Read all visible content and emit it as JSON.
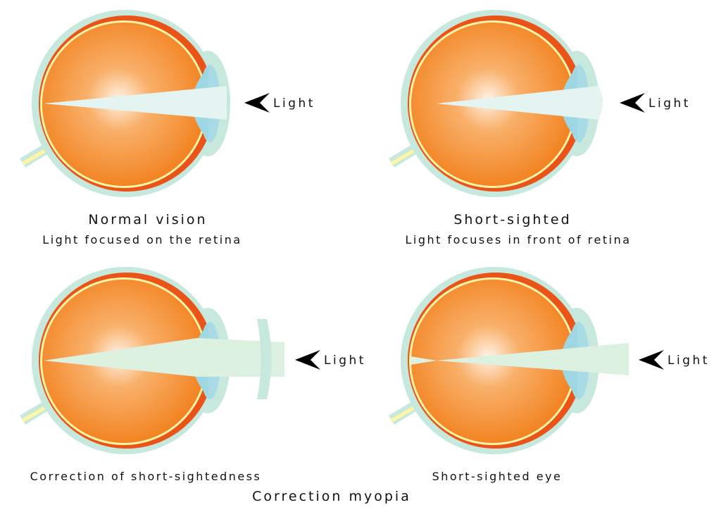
{
  "panels": [
    {
      "title": "Normal vision",
      "subtitle": "Light focused on the retina",
      "light_label": "Light"
    },
    {
      "title": "Short-sighted",
      "subtitle": "Light focuses  in front of retina",
      "light_label": "Light"
    },
    {
      "subtitle": "Correction of short-sightedness",
      "light_label": "Light"
    },
    {
      "subtitle": "Short-sighted eye",
      "light_label": "Light"
    }
  ],
  "caption": "Correction myopia",
  "colors": {
    "sclera": "#c6e8dd",
    "choroid": "#ea5418",
    "vitreous": "#f28a22",
    "retina": "#fdf4a6",
    "lens": "#9fd6e3",
    "beam": "#e3f4f1",
    "beam_green": "#dcf1df"
  }
}
